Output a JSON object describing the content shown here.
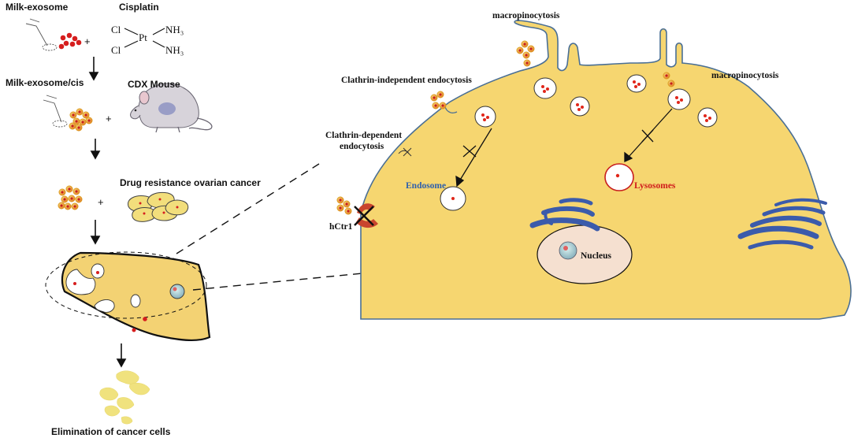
{
  "labels": {
    "milk_exosome": "Milk-exosome",
    "cisplatin": "Cisplatin",
    "milk_exosome_cis": "Milk-exosome/cis",
    "cdx_mouse": "CDX Mouse",
    "drug_resistance": "Drug resistance ovarian cancer",
    "elimination": "Elimination of cancer cells",
    "macropinocytosis_1": "macropinocytosis",
    "macropinocytosis_2": "macropinocytosis",
    "clathrin_independent": "Clathrin-independent endocytosis",
    "clathrin_dependent_line1": "Clathrin-dependent",
    "clathrin_dependent_line2": "endocytosis",
    "endosome": "Endosome",
    "lysosomes": "Lysosomes",
    "hctr1": "hCtr1",
    "nucleus": "Nucleus"
  },
  "cisplatin_structure": {
    "cl_top": "Cl",
    "cl_bottom": "Cl",
    "pt": "Pt",
    "nh3_top": "NH₃",
    "nh3_bottom": "NH₃"
  },
  "symbols": {
    "plus": "+"
  },
  "colors": {
    "cell_fill": "#f6d670",
    "endosome_label": "#2c5fae",
    "lysosome_label": "#d01c1c",
    "exosome_core": "#c81e1e",
    "organelle_blue": "#3b5bab"
  }
}
